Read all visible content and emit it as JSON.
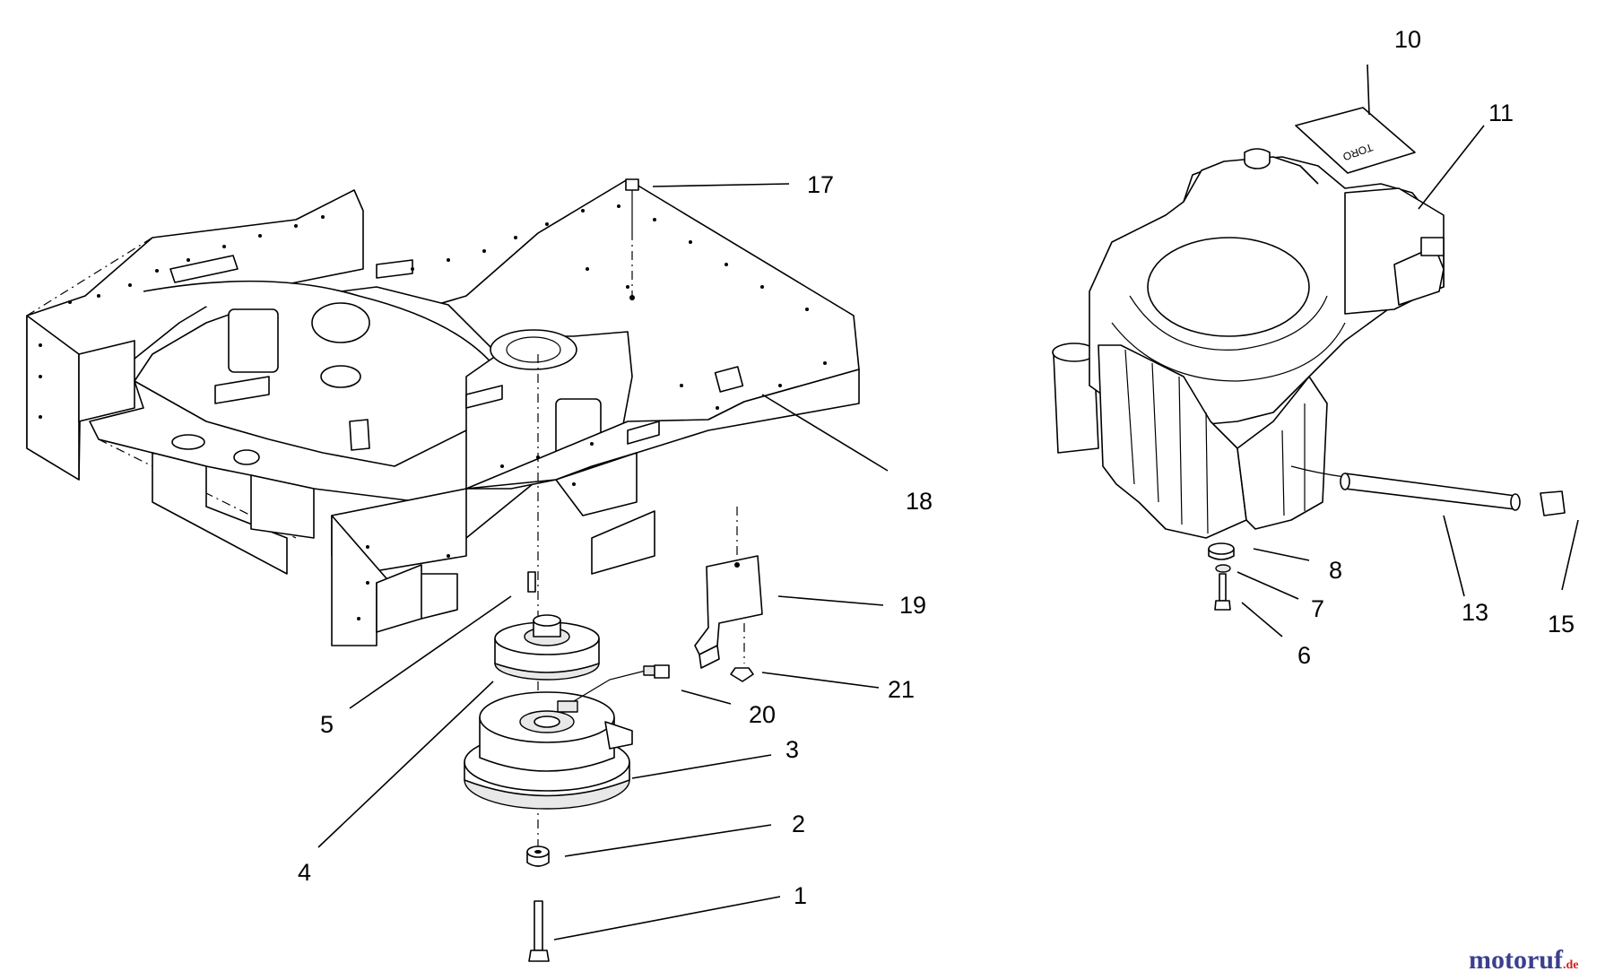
{
  "callouts": [
    {
      "id": "c1",
      "label": "1"
    },
    {
      "id": "c2",
      "label": "2"
    },
    {
      "id": "c3",
      "label": "3"
    },
    {
      "id": "c4",
      "label": "4"
    },
    {
      "id": "c5",
      "label": "5"
    },
    {
      "id": "c6",
      "label": "6"
    },
    {
      "id": "c7",
      "label": "7"
    },
    {
      "id": "c8",
      "label": "8"
    },
    {
      "id": "c10",
      "label": "10"
    },
    {
      "id": "c11",
      "label": "11"
    },
    {
      "id": "c13",
      "label": "13"
    },
    {
      "id": "c15",
      "label": "15"
    },
    {
      "id": "c17",
      "label": "17"
    },
    {
      "id": "c18",
      "label": "18"
    },
    {
      "id": "c19",
      "label": "19"
    },
    {
      "id": "c20",
      "label": "20"
    },
    {
      "id": "c21",
      "label": "21"
    }
  ],
  "decal_text": "TORO",
  "watermark": {
    "main": "motoruf",
    "suffix": ".de",
    "color_main": "#3a3f8f",
    "color_suffix": "#d02020"
  },
  "colors": {
    "line": "#000000",
    "background": "#ffffff",
    "shade": "#e8e8e8"
  }
}
